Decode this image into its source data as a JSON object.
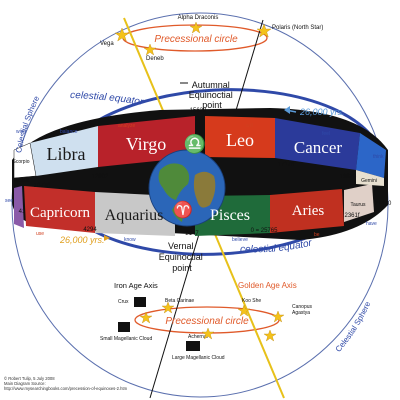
{
  "colors": {
    "sphere": "#5a6fae",
    "equator": "#2f49a8",
    "precession": "#e05a2a",
    "axis_golden": "#e7c11a",
    "axis_iron": "#111111",
    "earth": "#2b66b8",
    "star": "#f4c21a"
  },
  "top_stars": {
    "alpha": "Alpha Draconis",
    "polaris": "Polaris (North Star)",
    "vega": "Vega",
    "deneb": "Deneb"
  },
  "precessional_top": "Precessional circle",
  "celestial_sphere_left": "Celestial Sphere",
  "celestial_sphere_right": "Celestial Sphere",
  "equator_top": "celestial equator",
  "equator_bottom": "celestial equator",
  "autumnal": {
    "line1": "Autumnal",
    "line2": "Equinoctial",
    "line3": "point"
  },
  "vernal": {
    "line1": "Vernal",
    "line2": "Equinoctial",
    "line3": "point"
  },
  "years_top": "26,000 yrs.",
  "years_bottom": "26,000 yrs.",
  "signs": {
    "libra": "Libra",
    "virgo": "Virgo",
    "leo": "Leo",
    "cancer": "Cancer",
    "capricorn": "Capricorn",
    "aquarius": "Aquarius",
    "pisces": "Pisces",
    "aries": "Aries"
  },
  "mini_signs": {
    "scorpio": "Scorpio",
    "gemini": "Gemini",
    "taurus": "Taurus"
  },
  "numbers": {
    "n15629": "15629",
    "n12002": "12002",
    "n17176": "17176",
    "n10736": "10736",
    "n8588": "8588",
    "n19323": "19323",
    "n21470": "21470",
    "n2361f": "2361f",
    "n41": "41",
    "n4294": "4294",
    "n2147": "2147",
    "n0": "0 = 25765"
  },
  "words": {
    "wish": "wish",
    "balance": "balance",
    "analyze": "analyze",
    "will": "will",
    "feel": "feel",
    "think": "think",
    "see": "see",
    "use": "use",
    "know": "know",
    "believe": "believe",
    "be": "be",
    "have": "have"
  },
  "iron_axis": "Iron Age Axis",
  "golden_axis": "Golden Age Axis",
  "bottom_stars": {
    "crux": "Crux",
    "beta": "Beta Carinae",
    "koo": "Koo She",
    "canopus_1": "Canopus",
    "canopus_2": "Agastya",
    "small_cloud": "Small Magellanic Cloud",
    "achernar": "Achernar",
    "large_cloud": "Large Magellanic Cloud"
  },
  "precessional_bottom": "Precessional circle",
  "credits": {
    "line1": "© Robert Tulip, 5 July 2008",
    "line2": "Main Diagram Source:",
    "line3": "http://www.mysearchingbooks.com/precession-of-equinoxes-2.htm"
  }
}
